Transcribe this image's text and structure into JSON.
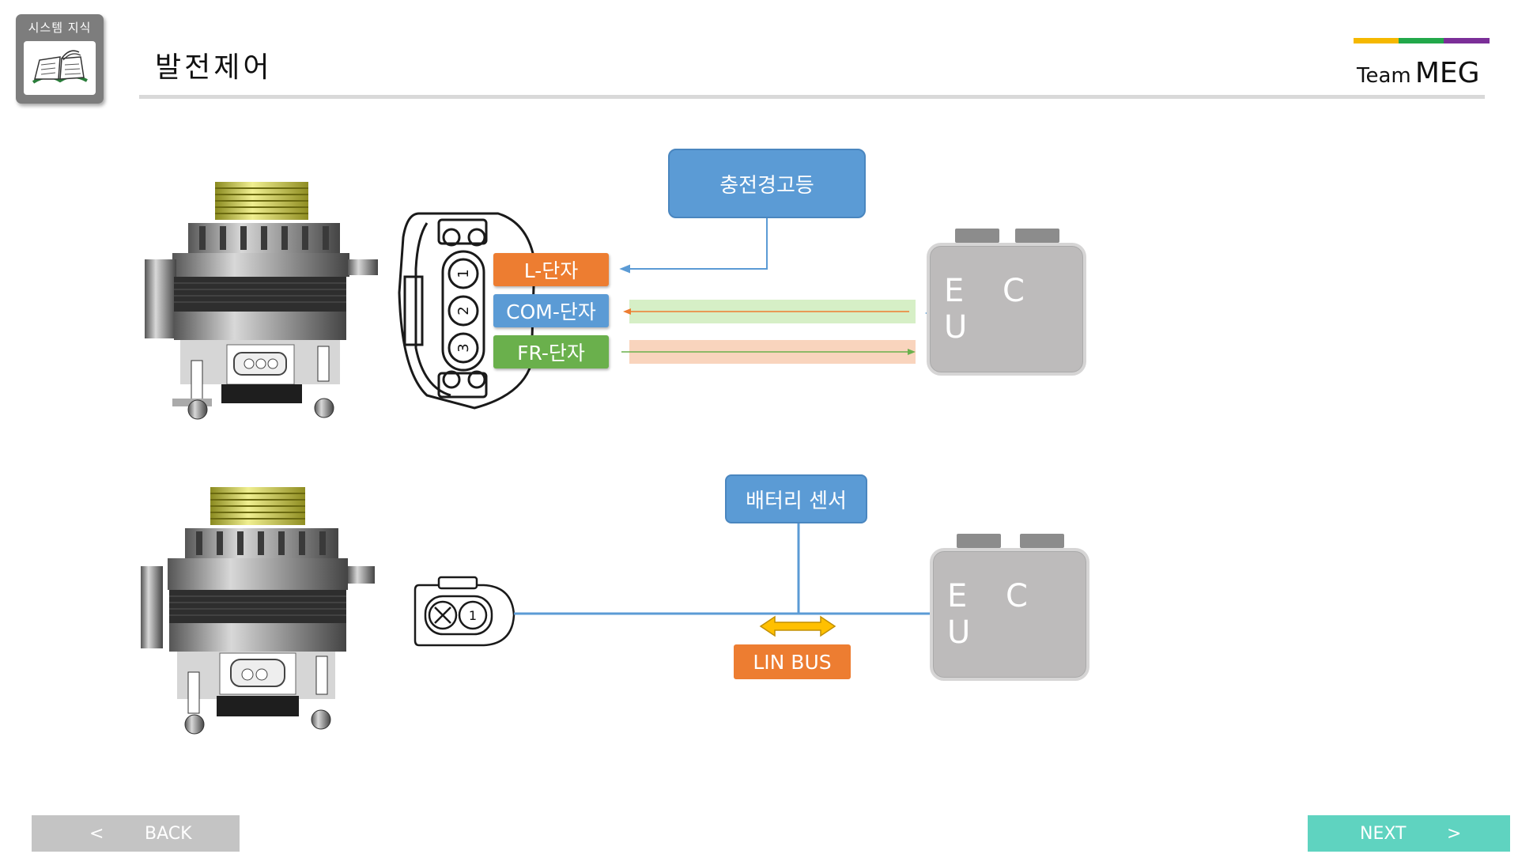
{
  "header": {
    "badge_label": "시스템 지식",
    "title": "발전제어",
    "brand_prefix": "Team",
    "brand_name": "MEG",
    "accent_colors": [
      "#f5b800",
      "#22a84a",
      "#7b2f98"
    ]
  },
  "diagram_top": {
    "warning_lamp": "충전경고등",
    "terminals": [
      {
        "label": "L-단자",
        "color": "#ed7d31"
      },
      {
        "label": "COM-단자",
        "color": "#5b9bd5"
      },
      {
        "label": "FR-단자",
        "color": "#6ab04c"
      }
    ],
    "connector_pins": [
      "1",
      "2",
      "3"
    ],
    "ecu_label": "E C U"
  },
  "diagram_bottom": {
    "battery_sensor": "배터리 센서",
    "bus_label": "LIN BUS",
    "connector_pins": [
      "1"
    ],
    "ecu_label": "E C U"
  },
  "nav": {
    "back_chevron": "<",
    "back_label": "BACK",
    "next_label": "NEXT",
    "next_chevron": ">"
  }
}
